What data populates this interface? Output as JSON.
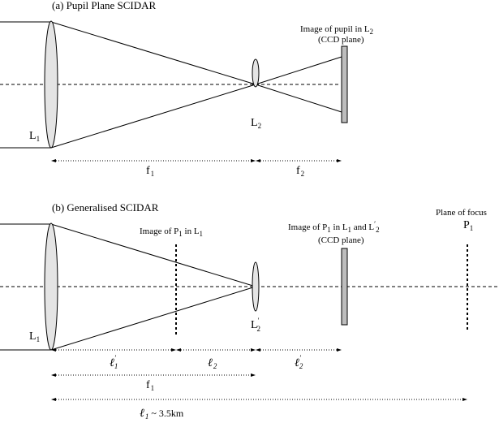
{
  "panel_a": {
    "title": "(a)  Pupil Plane SCIDAR",
    "ccd_label_line1": "Image of pupil in L",
    "ccd_label_line1_sub": "2",
    "ccd_label_line2": "(CCD plane)",
    "lens1": {
      "letter": "L",
      "sub": "1"
    },
    "lens2": {
      "letter": "L",
      "sub": "2"
    },
    "dim1": {
      "letter": "f",
      "sub": "1"
    },
    "dim2": {
      "letter": "f",
      "sub": "2"
    }
  },
  "panel_b": {
    "title": "(b)  Generalised SCIDAR",
    "plane1_label": {
      "pre": "Image of P",
      "pre_sub": "1",
      "mid": " in L",
      "mid_sub": "1"
    },
    "ccd_label": {
      "pre": "Image of P",
      "pre_sub": "1",
      "mid": " in L",
      "mid_sub": "1",
      "and": " and L",
      "and_prime": "′",
      "and_sub": "2"
    },
    "ccd_label_line2": "(CCD plane)",
    "focus_label_line1": "Plane of focus",
    "focus_label_line2": {
      "letter": "P",
      "sub": "1"
    },
    "lens1": {
      "letter": "L",
      "sub": "1"
    },
    "lens2": {
      "letter": "L",
      "prime": "′",
      "sub": "2"
    },
    "dim_l1p": {
      "letter": "ℓ",
      "prime": "′",
      "sub": "1"
    },
    "dim_l2": {
      "letter": "ℓ",
      "sub": "2"
    },
    "dim_l2p": {
      "letter": "ℓ",
      "prime": "′",
      "sub": "2"
    },
    "dim_f1": {
      "letter": "f",
      "sub": "1"
    },
    "dim_total": {
      "letter": "ℓ",
      "sub": "1",
      "suffix": " ~ 3.5km"
    }
  }
}
